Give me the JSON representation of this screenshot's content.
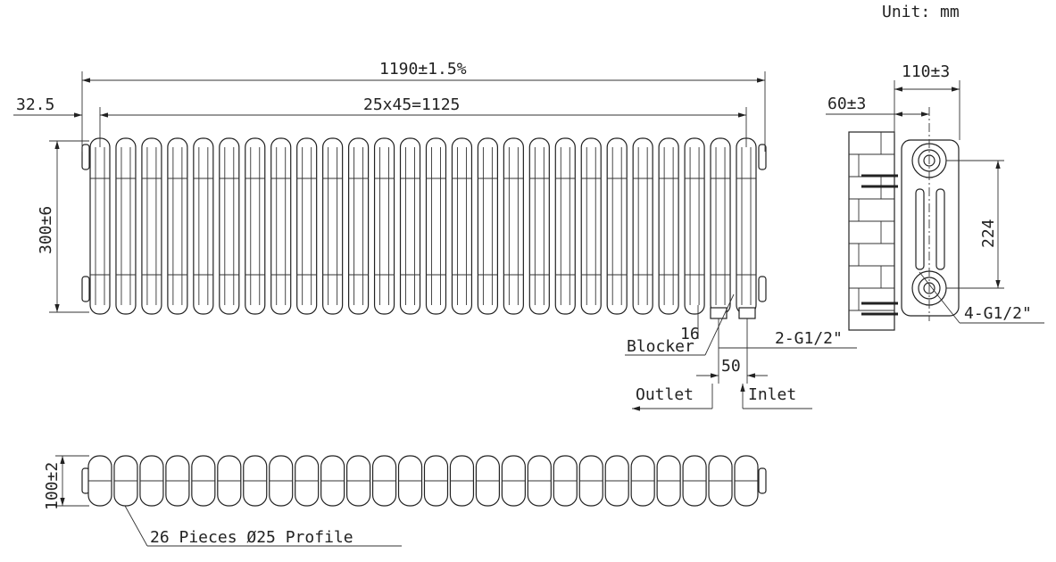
{
  "unit_label": "Unit: mm",
  "front_view": {
    "overall_length": "1190±1.5%",
    "section_pitch": "25x45=1125",
    "end_offset": "32.5",
    "height": "300±6",
    "blocker_dim": "16",
    "blocker_label": "Blocker",
    "connection_label": "2-G1/2\"",
    "connection_spacing": "50",
    "outlet_label": "Outlet",
    "inlet_label": "Inlet",
    "sections": 26
  },
  "side_view": {
    "depth": "110±3",
    "wall_offset": "60±3",
    "centres": "224",
    "ports_label": "4-G1/2\""
  },
  "top_view": {
    "depth": "100±2",
    "profile_label": "26 Pieces Ø25 Profile"
  }
}
